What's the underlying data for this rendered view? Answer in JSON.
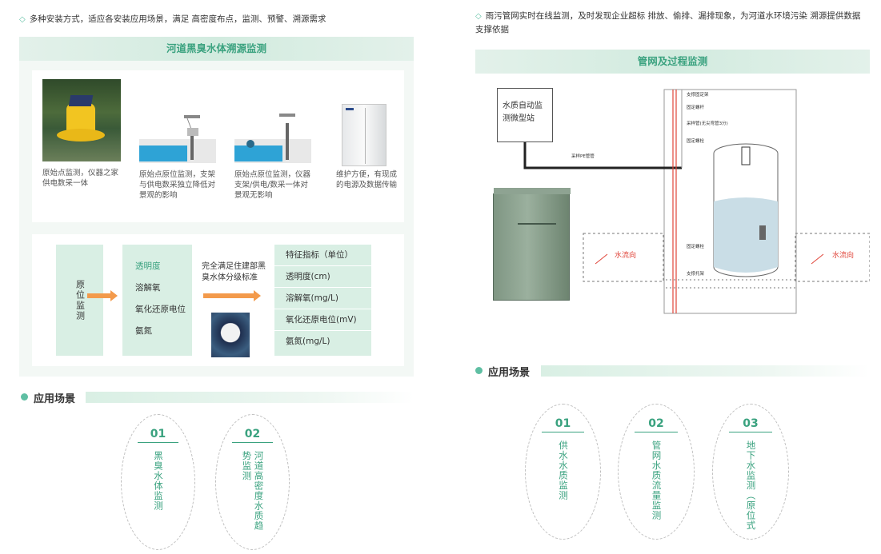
{
  "left": {
    "note": "多种安装方式，适应各安装应用场景，满足 高密度布点，监测、预警、溯源需求",
    "band_title": "河道黑臭水体溯源监测",
    "install_captions": [
      "原始点监测，仪器之家供电数采一体",
      "原始点原位监测，支架与供电数采独立降低对景观的影响",
      "原始点原位监测，仪器支架/供电/数采一体对景观无影响",
      "维护方便，有现成的电源及数据传输"
    ],
    "flow": {
      "label": "原位监测",
      "params": [
        "透明度",
        "溶解氧",
        "氧化还原电位",
        "氨氮"
      ],
      "standard_text": "完全满足住建部黑臭水体分级标准",
      "indicators_header": "特征指标（单位）",
      "indicators": [
        "透明度(cm)",
        "溶解氧(mg/L)",
        "氧化还原电位(mV)",
        "氨氮(mg/L)"
      ]
    },
    "scene_title": "应用场景",
    "scenes": [
      {
        "num": "01",
        "text": "黑臭水体监测"
      },
      {
        "num": "02",
        "text": "河道高密度水质趋势监测"
      }
    ]
  },
  "right": {
    "note": "雨污管网实时在线监测，及时发现企业超标 排放、偷排、漏排现象，为河道水环境污染 溯源提供数据支撑依据",
    "band_title": "管网及过程监测",
    "station_label": "水质自动监测微型站",
    "pipe_labels": [
      "支撑固定架",
      "固定螺杆",
      "采样管(无尖弯管3分)",
      "固定螺栓",
      "采样PE管管",
      "固定螺栓",
      "支撑托架"
    ],
    "flow_left": "水流向",
    "flow_right": "水流向",
    "scene_title": "应用场景",
    "scenes": [
      {
        "num": "01",
        "text": "供水水质监测"
      },
      {
        "num": "02",
        "text": "管网水质流量监测"
      },
      {
        "num": "03",
        "text": "地下水监测（原位式"
      }
    ]
  },
  "colors": {
    "accent": "#3aa27f",
    "arrow": "#f39a4b",
    "red_pipe": "#e0453a"
  }
}
